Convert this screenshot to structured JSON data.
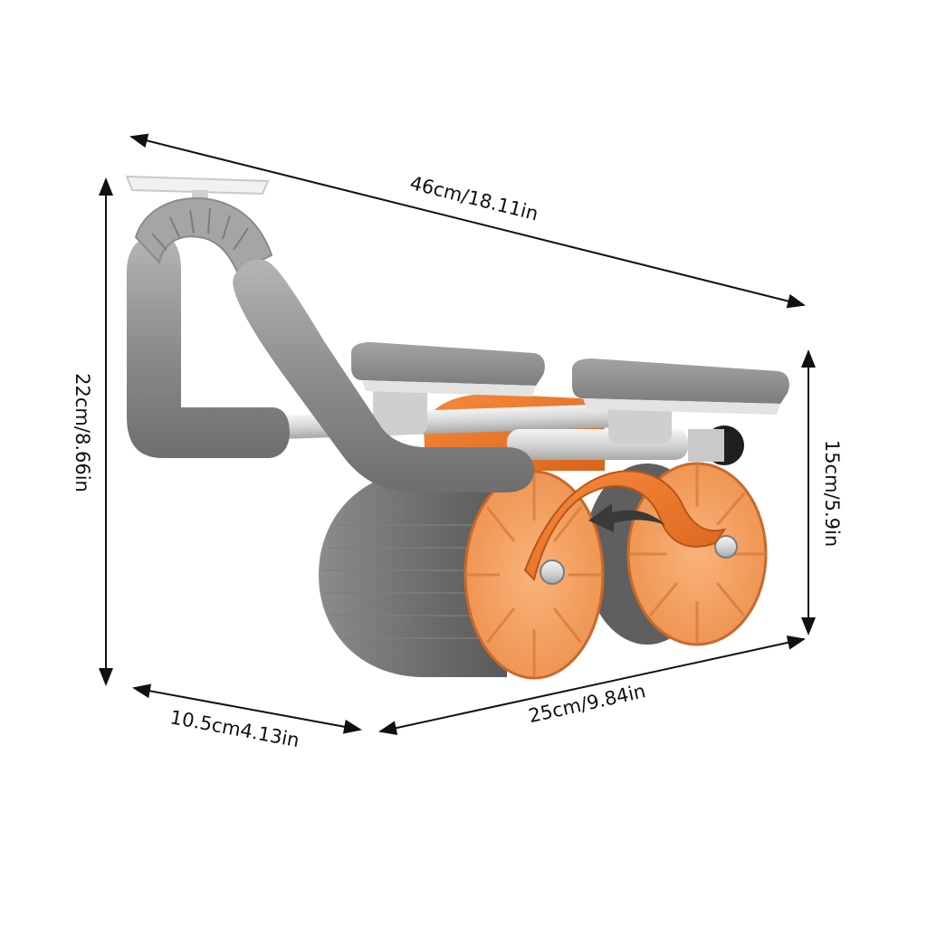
{
  "dimensions": {
    "length": "46cm/18.11in",
    "height": "22cm/8.66in",
    "wheel_height": "15cm/5.9in",
    "depth": "10.5cm4.13in",
    "width": "25cm/9.84in"
  },
  "colors": {
    "background": "#ffffff",
    "dimension_line": "#111111",
    "frame_gray": "#8a8a8a",
    "frame_gray_light": "#a9a9a9",
    "pad_gray": "#8f8f8f",
    "wheel_orange": "#f07d2e",
    "wheel_face": "#f6a566",
    "tire_gray": "#6f6f6f",
    "chrome": "#d9d9d9"
  }
}
